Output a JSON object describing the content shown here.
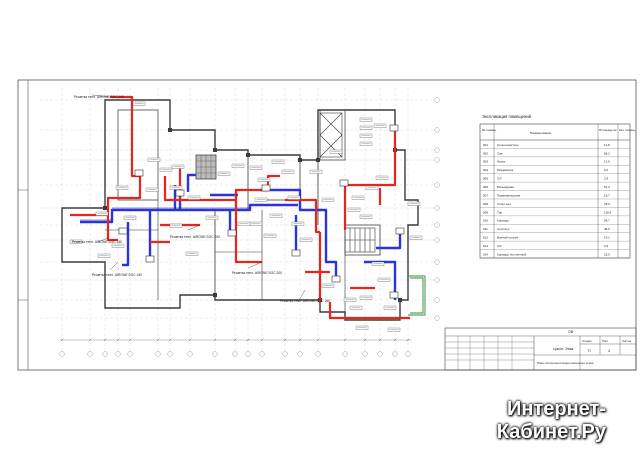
{
  "drawing": {
    "legend_title": "Экспликация помещений",
    "legend_headers": [
      "№ помещ.",
      "Наименование",
      "Площадь м²",
      "Кат. помещ."
    ],
    "legend_rows": [
      {
        "no": "001",
        "name": "Котельная/техн.",
        "area": "11,8"
      },
      {
        "no": "002",
        "name": "Сан.",
        "area": "68,2"
      },
      {
        "no": "003",
        "name": "Ниша",
        "area": "11,9"
      },
      {
        "no": "004",
        "name": "Раздевалка",
        "area": "6,0"
      },
      {
        "no": "005",
        "name": "С/У",
        "area": "2,9"
      },
      {
        "no": "006",
        "name": "Бильярдная",
        "area": "51,3"
      },
      {
        "no": "007",
        "name": "Парикмахерская",
        "area": "19,7"
      },
      {
        "no": "008",
        "name": "Спорт.зал",
        "area": "78,6"
      },
      {
        "no": "009",
        "name": "Тир",
        "area": "118,6"
      },
      {
        "no": "010",
        "name": "Коридор",
        "area": "28,7"
      },
      {
        "no": "011",
        "name": "Холл/кух.",
        "area": "48,6"
      },
      {
        "no": "012",
        "name": "Винный погреб",
        "area": "19,1"
      },
      {
        "no": "013",
        "name": "С/У",
        "area": "3,9"
      },
      {
        "no": "014",
        "name": "Коридор лестничный",
        "area": "22,5"
      }
    ],
    "callouts": [
      "Решетка тепл. AIRONE SGC 160",
      "Решетка тепл. AIRONE SGC 160",
      "Решетка тепл. AIRONE SGC 160",
      "Решетка тепл. AIRONE SGC 200",
      "Решетка тепл. AIRONE SGC 200",
      "Решетка тепл. AIRONE SGC 160"
    ],
    "title_block": {
      "code": "ОВ",
      "sheet_title": "Цокол. Этаж",
      "sheet_subtitle": "План систем вентиляции цокольного этажа",
      "stage_label": "Стадия",
      "stage": "П",
      "sheet_label": "Лист",
      "sheet_no": "4",
      "sheets_label": "Листов"
    }
  },
  "watermark": {
    "line1": "Интернет-",
    "line2": "Кабинет.Ру"
  },
  "colors": {
    "supply_duct": "#e8241c",
    "exhaust_duct": "#2a34d8",
    "wall": "#3a3a3a",
    "grid": "#c8c8c8",
    "green_line": "#2e8b3a"
  }
}
